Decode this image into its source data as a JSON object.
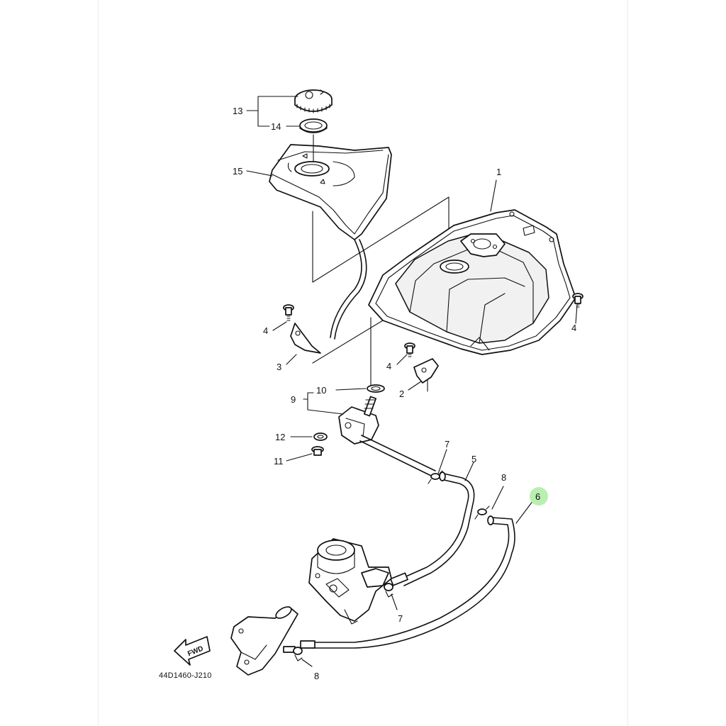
{
  "diagram": {
    "code": "44D1460-J210",
    "fwd_label": "FWD",
    "highlight_color": "#b9efb0",
    "callouts": {
      "c1": "1",
      "c2": "2",
      "c3": "3",
      "c4a": "4",
      "c4b": "4",
      "c4c": "4",
      "c5": "5",
      "c6": "6",
      "c7a": "7",
      "c7b": "7",
      "c8a": "8",
      "c8b": "8",
      "c9": "9",
      "c10": "10",
      "c11": "11",
      "c12": "12",
      "c13": "13",
      "c14": "14",
      "c15": "15"
    }
  }
}
